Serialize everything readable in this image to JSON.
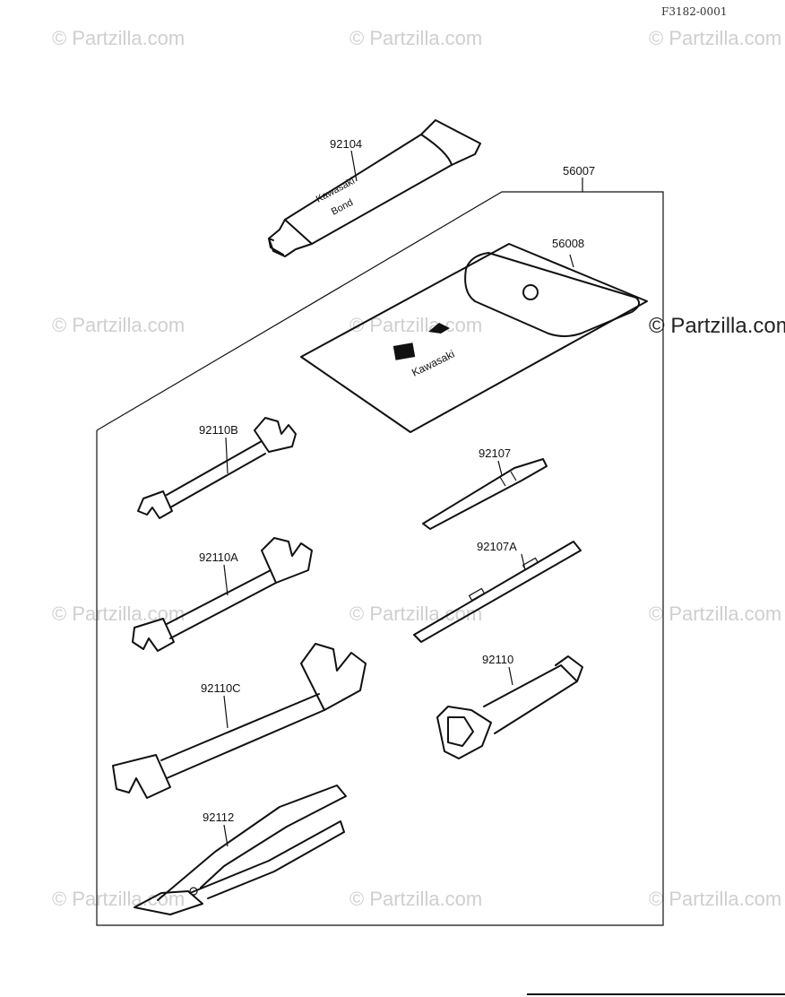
{
  "diagram_code": "F3182-0001",
  "watermarks": {
    "text": "© Partzilla.com",
    "emphasized_text": "© Partzilla.com"
  },
  "parts": {
    "tube": "92104",
    "tool_kit": "56007",
    "bag": "56008",
    "wrench_small": "92110B",
    "screwdriver_1": "92107",
    "wrench_medium": "92110A",
    "screwdriver_2": "92107A",
    "wrench_large": "92110C",
    "plug_wrench": "92110",
    "pliers": "92112"
  },
  "tube_text": [
    "Kawasaki",
    "Bond"
  ],
  "bag_brand": "Kawasaki"
}
